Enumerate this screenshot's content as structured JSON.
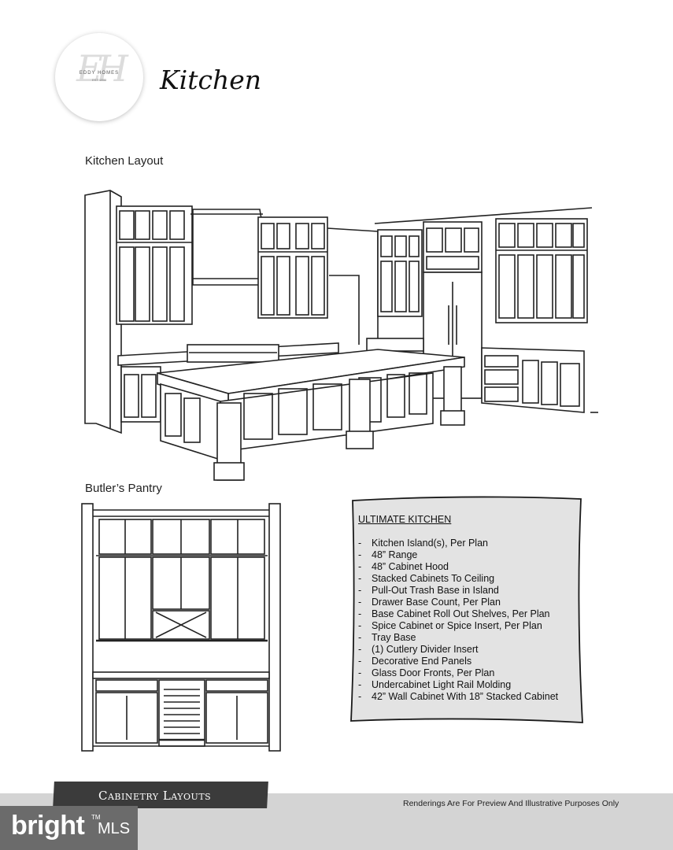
{
  "logo": {
    "monogram": "EH",
    "name": "EDDY HOMES",
    "established": "EST 1951"
  },
  "page_title": "Kitchen",
  "sections": {
    "kitchen_layout": "Kitchen Layout",
    "butlers_pantry": "Butler’s Pantry"
  },
  "spec_box": {
    "heading": "ULTIMATE KITCHEN",
    "items": [
      "Kitchen Island(s), Per Plan",
      "48” Range",
      "48” Cabinet Hood",
      "Stacked Cabinets To Ceiling",
      "Pull-Out Trash Base in Island",
      "Drawer Base Count, Per Plan",
      "Base Cabinet Roll Out Shelves, Per Plan",
      "Spice Cabinet or Spice Insert, Per Plan",
      "Tray Base",
      "(1) Cutlery Divider Insert",
      "Decorative End Panels",
      "Glass Door Fronts, Per Plan",
      "Undercabinet Light Rail Molding",
      "42” Wall Cabinet With 18” Stacked Cabinet"
    ]
  },
  "footer": {
    "tab_label": "Cabinetry Layouts",
    "disclaimer": "Renderings Are For Preview And Illustrative Purposes Only"
  },
  "watermark": {
    "brand": "bright",
    "tm": "TM",
    "suffix": "MLS"
  }
}
